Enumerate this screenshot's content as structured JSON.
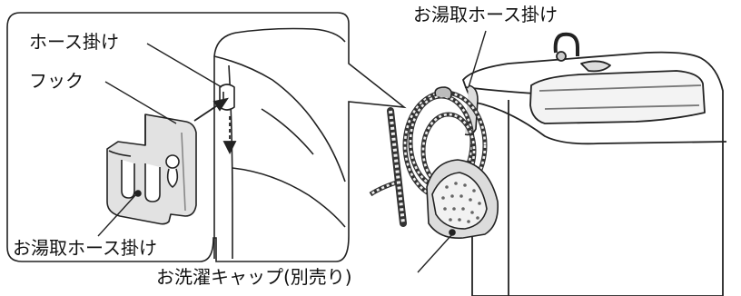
{
  "labels": {
    "hook_hanger": "ホース掛け",
    "hook": "フック",
    "hose_hanger_inset": "お湯取ホース掛け",
    "hose_hanger_main": "お湯取ホース掛け",
    "wash_cap": "お洗濯キャップ(別売り)"
  }
}
